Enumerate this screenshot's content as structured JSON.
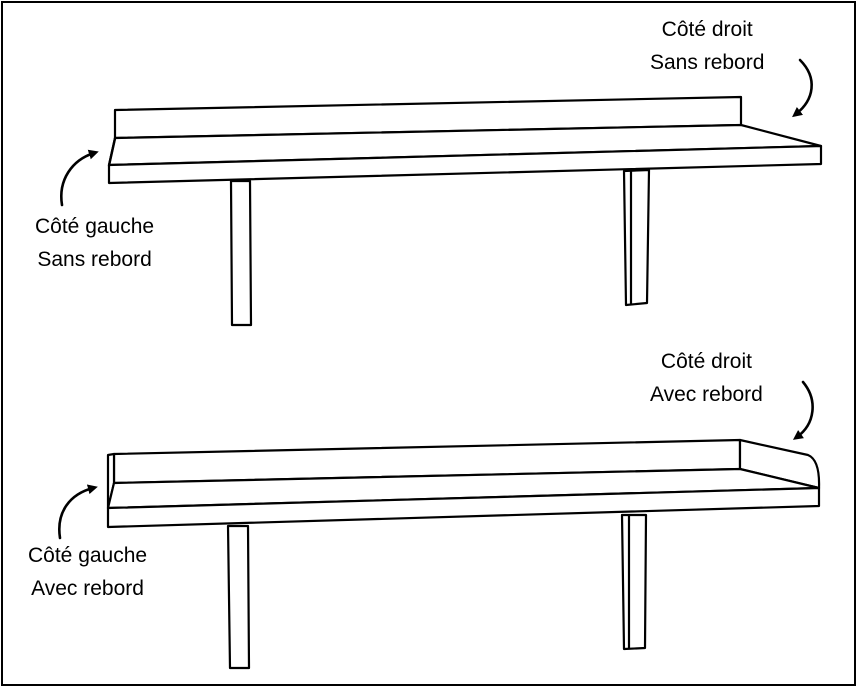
{
  "diagrams": [
    {
      "right_label": {
        "line1": "Côté droit",
        "line2": "Sans rebord"
      },
      "left_label": {
        "line1": "Côté gauche",
        "line2": "Sans rebord"
      }
    },
    {
      "right_label": {
        "line1": "Côté droit",
        "line2": "Avec rebord"
      },
      "left_label": {
        "line1": "Côté gauche",
        "line2": "Avec rebord"
      }
    }
  ],
  "colors": {
    "stroke": "#000000",
    "background": "#ffffff"
  }
}
